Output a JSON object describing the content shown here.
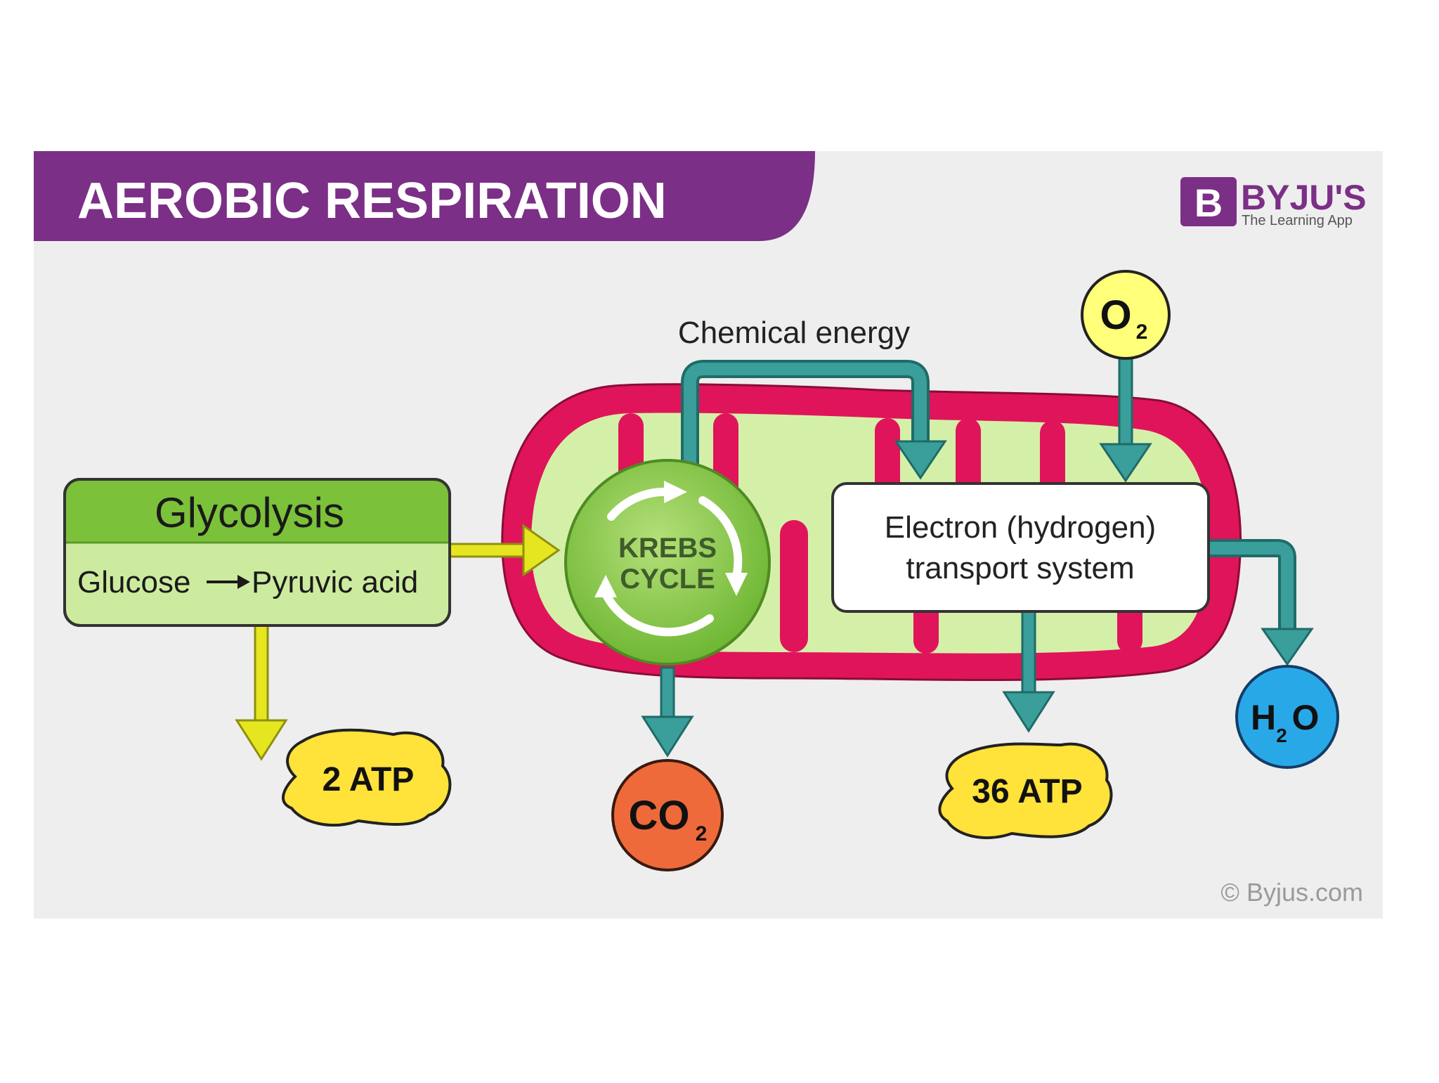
{
  "title": "AEROBIC RESPIRATION",
  "brand": {
    "logo_letter": "B",
    "name": "BYJU'S",
    "tagline": "The Learning App",
    "copyright": "© Byjus.com"
  },
  "glycolysis": {
    "title": "Glycolysis",
    "from": "Glucose",
    "to": "Pyruvic acid"
  },
  "krebs": {
    "line1": "KREBS",
    "line2": "CYCLE"
  },
  "etc": {
    "line1": "Electron (hydrogen)",
    "line2": "transport system"
  },
  "chemical_energy": "Chemical energy",
  "oxygen": {
    "symbol": "O",
    "subscript": "2"
  },
  "water": {
    "symbol_a": "H",
    "subscript": "2",
    "symbol_b": "O"
  },
  "carbon_dioxide": {
    "symbol": "CO",
    "subscript": "2"
  },
  "atp_glycolysis": "2 ATP",
  "atp_etc": "36 ATP",
  "colors": {
    "title_band": "#7b2f86",
    "background": "#eeeeee",
    "mitochondria_membrane": "#e0145a",
    "matrix": "#d4f0a8",
    "glycolysis_header": "#7cc13a",
    "glycolysis_body": "#cdeb9e",
    "krebs": "#77c23c",
    "teal_arrow": "#3a9e9a",
    "yellow_arrow": "#e6e620",
    "atp_blob": "#ffe23a",
    "oxygen": "#ffff7a",
    "water": "#29a8e8",
    "carbon_dioxide": "#ef6a3a"
  }
}
